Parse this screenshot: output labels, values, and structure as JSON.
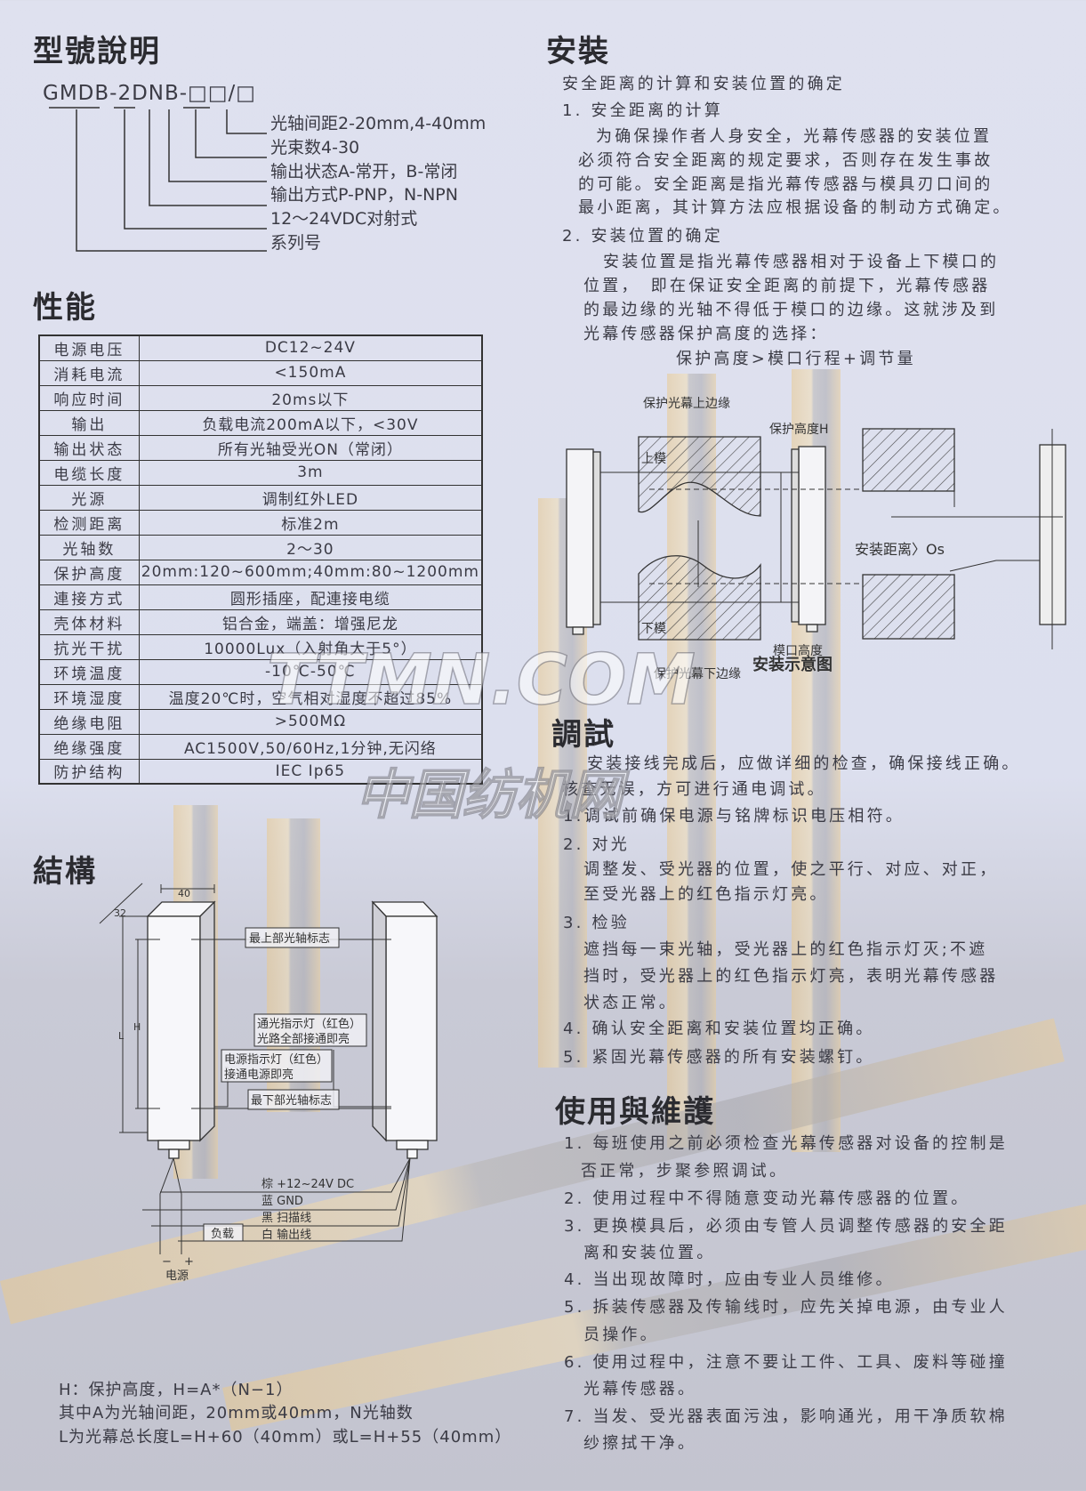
{
  "model": {
    "title": "型號說明",
    "code": "GMDB-2DNB-□□/□",
    "annotations": [
      "光轴间距2-20mm,4-40mm",
      "光束数4-30",
      "输出状态A-常开，B-常闭",
      "输出方式P-PNP，N-NPN",
      "12～24VDC对射式",
      "系列号"
    ]
  },
  "performance": {
    "title": "性能",
    "rows": [
      {
        "k": "电源电压",
        "v": "DC12~24V"
      },
      {
        "k": "消耗电流",
        "v": "<150mA"
      },
      {
        "k": "响应时间",
        "v": "20ms以下"
      },
      {
        "k": "输出",
        "v": "负载电流200mA以下，<30V"
      },
      {
        "k": "输出状态",
        "v": "所有光轴受光ON（常闭）"
      },
      {
        "k": "电缆长度",
        "v": "3m"
      },
      {
        "k": "光源",
        "v": "调制红外LED"
      },
      {
        "k": "检测距离",
        "v": "标准2m"
      },
      {
        "k": "光轴数",
        "v": "2～30"
      },
      {
        "k": "保护高度",
        "v": "20mm:120~600mm;40mm:80~1200mm"
      },
      {
        "k": "連接方式",
        "v": "圆形插座，配連接电缆"
      },
      {
        "k": "壳体材料",
        "v": "铝合金，端盖：增强尼龙"
      },
      {
        "k": "抗光干扰",
        "v": "10000Lux（入射角大于5°）"
      },
      {
        "k": "环境温度",
        "v": "-10℃-50℃"
      },
      {
        "k": "环境湿度",
        "v": "温度20℃时，空气相对湿度不超过85%"
      },
      {
        "k": "绝缘电阻",
        "v": ">500MΩ"
      },
      {
        "k": "绝缘强度",
        "v": "AC1500V,50/60Hz,1分钟,无闪络"
      },
      {
        "k": "防护结构",
        "v": "IEC Ip65"
      }
    ]
  },
  "structure": {
    "title": "結構",
    "dim_width": "40",
    "dim_depth": "32",
    "dim_L": "L",
    "dim_H": "H",
    "label_top_axis": "最上部光轴标志",
    "label_light_ind_1": "通光指示灯（红色）",
    "label_light_ind_2": "光路全部接通即亮",
    "label_power_ind_1": "电源指示灯（红色）",
    "label_power_ind_2": "接通电源即亮",
    "label_bottom_axis": "最下部光轴标志",
    "wires": [
      "棕 +12~24V DC",
      "蓝 GND",
      "黑 扫描线",
      "白 输出线"
    ],
    "load": "负载",
    "power": "电源",
    "minus": "−",
    "plus": "+",
    "notes": [
      "H：保护高度，H=A*（N−1）",
      "其中A为光轴间距，20mm或40mm，N光轴数",
      "L为光幕总长度L=H+60（40mm）或L=H+55（40mm）"
    ]
  },
  "install": {
    "title": "安裝",
    "lines": [
      "安全距离的计算和安装位置的确定",
      "1. 安全距离的计算",
      "为确保操作者人身安全，光幕传感器的安装位置",
      "必须符合安全距离的规定要求，否则存在发生事故",
      "的可能。安全距离是指光幕传感器与模具刃口间的",
      "最小距离，其计算方法应根据设备的制动方式确定。",
      "2. 安装位置的确定",
      "安装位置是指光幕传感器相对于设备上下模口的",
      "位置，　即在保证安全距离的前提下，光幕传感器",
      "的最边缘的光轴不得低于模口的边缘。这就涉及到",
      "光幕传感器保护高度的选择：",
      "保护高度>模口行程+调节量"
    ],
    "diagram": {
      "upper_edge": "保护光幕上边缘",
      "prot_height": "保护高度H",
      "upper_die": "上模",
      "lower_die": "下模",
      "die_height": "模口高度",
      "lower_edge": "保护光幕下边缘",
      "distance": "安装距离〉Os",
      "caption": "安装示意图"
    }
  },
  "debug": {
    "title": "調試",
    "lines": [
      "安装接线完成后，应做详细的检查，确保接线正确。",
      "核查无误，方可进行通电调试。",
      "1.调试前确保电源与铭牌标识电压相符。",
      "2. 对光",
      "调整发、受光器的位置，使之平行、对应、对正，",
      "至受光器上的红色指示灯亮。",
      "3. 检验",
      "遮挡每一束光轴，受光器上的红色指示灯灭;不遮",
      "挡时，受光器上的红色指示灯亮，表明光幕传感器",
      "状态正常。",
      "4. 确认安全距离和安装位置均正确。",
      "5. 紧固光幕传感器的所有安装螺钉。"
    ]
  },
  "maintenance": {
    "title": "使用與維護",
    "lines": [
      "1. 每班使用之前必须检查光幕传感器对设备的控制是",
      "否正常，步聚参照调试。",
      "2. 使用过程中不得随意变动光幕传感器的位置。",
      "3. 更换模具后，必须由专管人员调整传感器的安全距",
      "离和安装位置。",
      "4. 当出现故障时，应由专业人员维修。",
      "5. 拆装传感器及传输线时，应先关掉电源，由专业人",
      "员操作。",
      "6. 使用过程中，注意不要让工件、工具、废料等碰撞",
      "光幕传感器。",
      "7. 当发、受光器表面污浊，影响通光，用干净质软棉",
      "纱擦拭干净。"
    ]
  },
  "watermark": {
    "line1": "TTMN.COM",
    "line2": "中国纺机网"
  }
}
